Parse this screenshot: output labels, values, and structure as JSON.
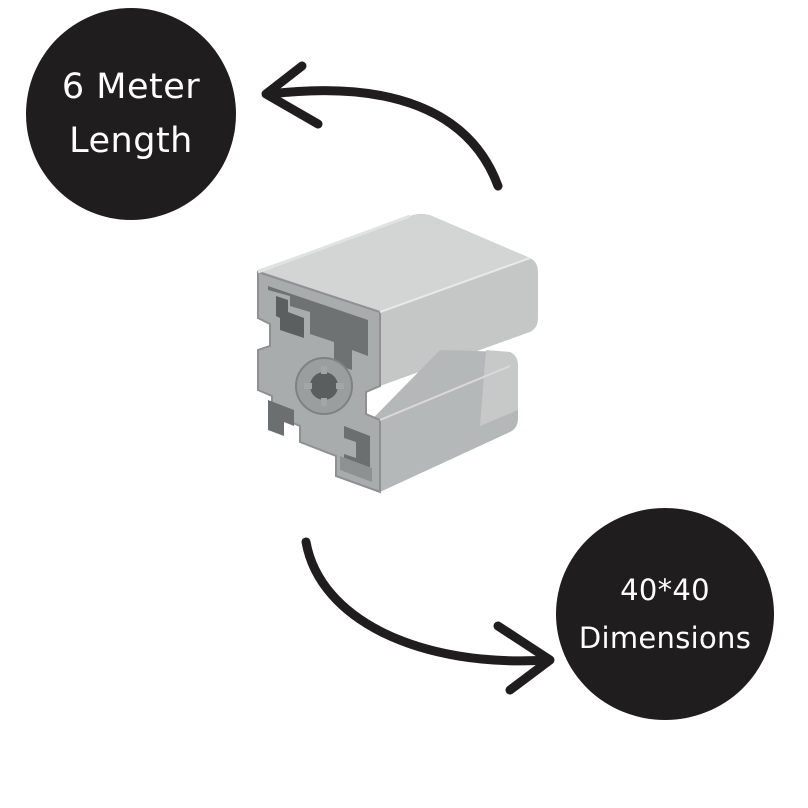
{
  "colors": {
    "badge_fill": "#1f1d1e",
    "badge_text": "#ffffff",
    "arrow": "#1f1d1e",
    "aluminum_light": "#c3c5c5",
    "aluminum_mid": "#a9acac",
    "aluminum_dark": "#8e9192"
  },
  "badges": {
    "length": {
      "line1": "6 Meter",
      "line2": "Length"
    },
    "dimensions": {
      "line1": "40*40",
      "line2": "Dimensions"
    }
  },
  "icons": {
    "top_arrow": "curved-arrow-up-left-icon",
    "bottom_arrow": "curved-arrow-down-right-icon",
    "product": "aluminum-extrusion-profile-image"
  }
}
